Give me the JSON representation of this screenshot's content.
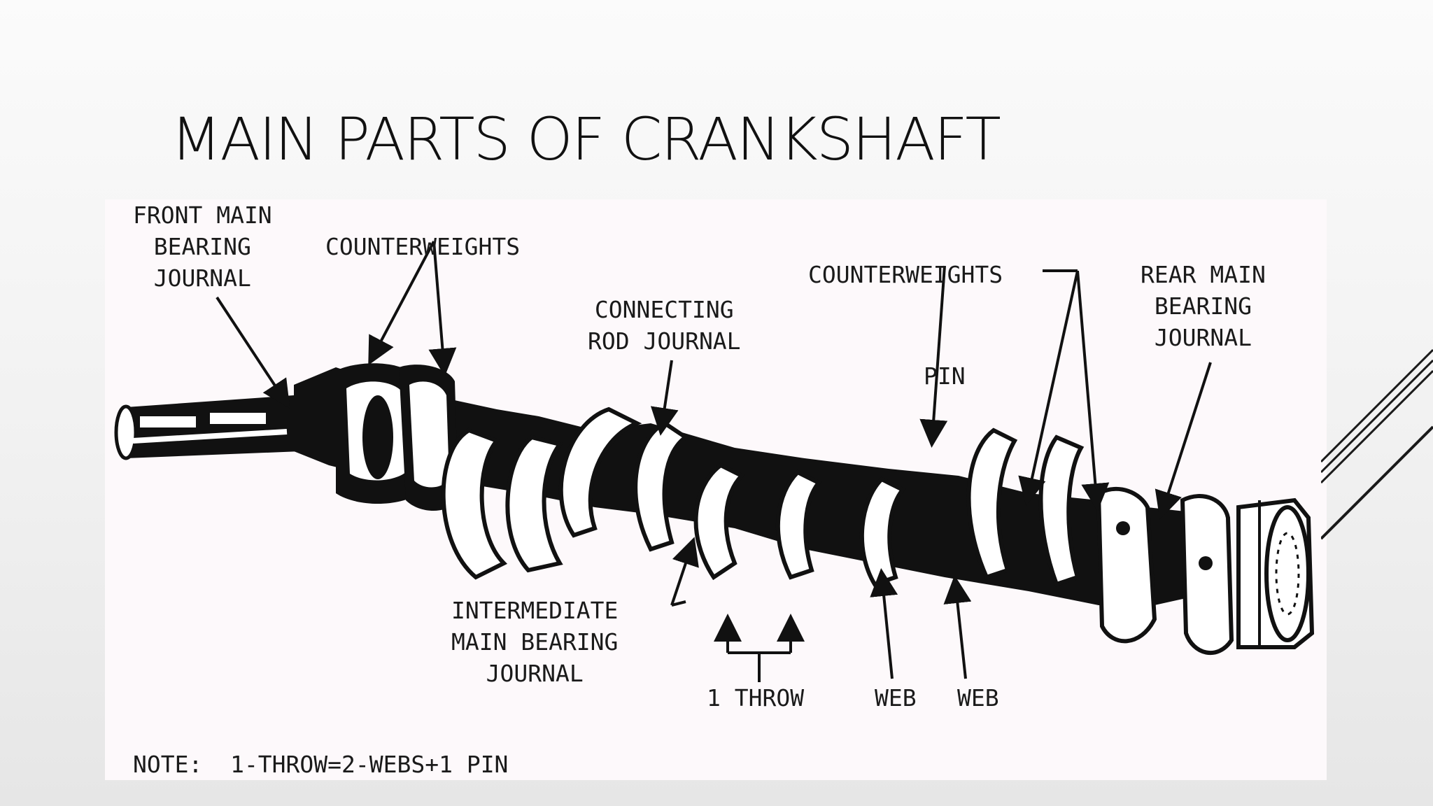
{
  "slide": {
    "title": "MAIN PARTS OF CRANKSHAFT"
  },
  "diagram": {
    "labels": {
      "front_main_bearing_journal": [
        "FRONT MAIN",
        "BEARING",
        "JOURNAL"
      ],
      "counterweights_front": "COUNTERWEIGHTS",
      "connecting_rod_journal": [
        "CONNECTING",
        "ROD JOURNAL"
      ],
      "counterweights_rear": "COUNTERWEIGHTS",
      "pin": "PIN",
      "rear_main_bearing_journal": [
        "REAR MAIN",
        "BEARING",
        "JOURNAL"
      ],
      "intermediate_main_bearing_journal": [
        "INTERMEDIATE",
        "MAIN BEARING",
        "JOURNAL"
      ],
      "one_throw": "1 THROW",
      "web_left": "WEB",
      "web_right": "WEB",
      "note": "NOTE:  1-THROW=2-WEBS+1 PIN"
    }
  }
}
